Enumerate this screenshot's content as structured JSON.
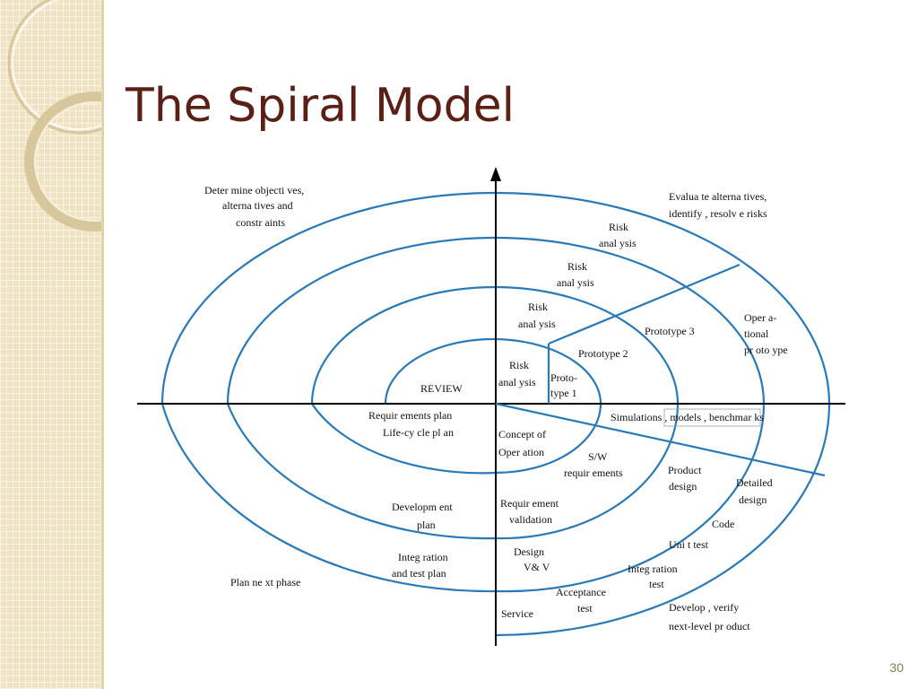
{
  "slide": {
    "title": "The Spiral Model",
    "page_number": "30"
  },
  "colors": {
    "spiral": "#2a7ab8",
    "title": "#5a1f15",
    "axis": "#000000",
    "side_band": "#efe3c3"
  },
  "quadrants": {
    "top_left": [
      "Deter mine objecti ves,",
      "alterna tives and",
      "constr aints"
    ],
    "top_right": [
      "Evalua te alterna tives,",
      "identify , resolv e risks"
    ],
    "bottom_left": "Plan ne xt phase",
    "bottom_right": [
      "Develop , verify",
      "next-level pr oduct"
    ]
  },
  "labels": {
    "risk_analysis": [
      "Risk",
      "anal ysis"
    ],
    "review": "REVIEW",
    "proto1": [
      "Proto-",
      "type 1"
    ],
    "prototype2": "Prototype 2",
    "prototype3": "Prototype 3",
    "operational": [
      "Oper a-",
      "tional",
      "pr oto ype"
    ],
    "simulations_prefix": "Simulation",
    "simulations_boxed": "s , models , bench",
    "simulations_suffix": "mar   ks",
    "req_plan": [
      "Requir ements plan",
      "Life-cy cle pl an"
    ],
    "concept": [
      "Concept of",
      "Oper ation"
    ],
    "sw_req": [
      "S/W",
      "requir   ements"
    ],
    "product_design": [
      "Product",
      "design"
    ],
    "detailed_design": [
      "Detailed",
      "design"
    ],
    "code": "Code",
    "unit_test": "Uni t test",
    "dev_plan": [
      "Developm ent",
      "plan"
    ],
    "req_validation": [
      "Requir ement",
      "validation"
    ],
    "integ_plan": [
      "Integ ration",
      "and test plan"
    ],
    "design_vv": [
      "Design",
      "V& V"
    ],
    "integ_test": [
      "Integ ration",
      "test"
    ],
    "acceptance": [
      "Acceptance",
      "test"
    ],
    "service": "Service"
  }
}
